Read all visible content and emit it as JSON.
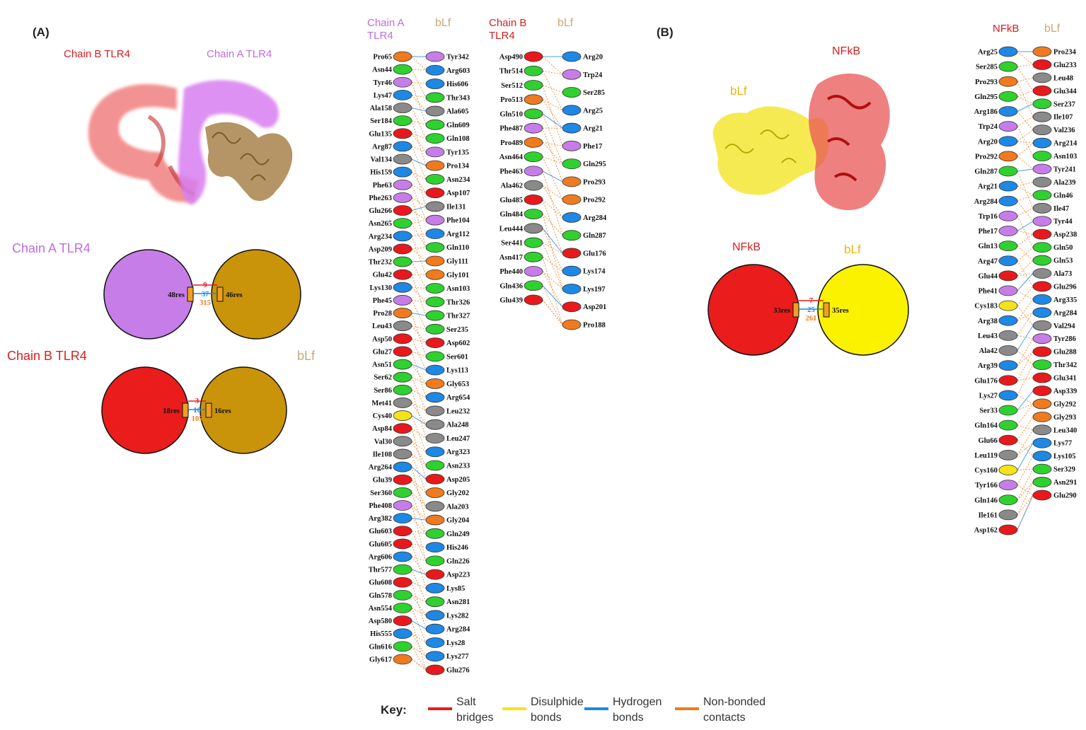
{
  "colors": {
    "salt": "#e8191c",
    "disulphide": "#f5e31a",
    "hbond": "#1e88e5",
    "nonbonded": "#f07a1e",
    "chainA": "#c06ce0",
    "chainB": "#d62020",
    "blf": "#c8a878",
    "blfDark": "#c9930a",
    "nfkb": "#d62020",
    "blfB": "#e8b800"
  },
  "panelA": {
    "label": "(A)",
    "structure_labels": {
      "chainB": "Chain B TLR4",
      "chainA": "Chain A TLR4"
    },
    "summaryA": {
      "left_label": "Chain A TLR4",
      "left_res": "48res",
      "right_res": "46res",
      "salt": "9",
      "hbonds": "37",
      "nonbonded": "315"
    },
    "summaryB": {
      "left_label": "Chain B TLR4",
      "right_label": "bLf",
      "left_res": "18res",
      "right_res": "16res",
      "salt": "3",
      "hbonds": "10",
      "nonbonded": "105"
    }
  },
  "panelB": {
    "label": "(B)",
    "structure_labels": {
      "blf": "bLf",
      "nfkb": "NFkB"
    },
    "summary": {
      "left_label": "NFkB",
      "right_label": "bLf",
      "left_res": "33res",
      "right_res": "35res",
      "salt": "7",
      "hbonds": "25",
      "nonbonded": "261"
    }
  },
  "columns": [
    {
      "header_left": "Chain A\nTLR4",
      "header_right": "bLf",
      "left": [
        [
          "Pro65",
          "o"
        ],
        [
          "Asn44",
          "g"
        ],
        [
          "Tyr46",
          "p"
        ],
        [
          "Lys47",
          "b"
        ],
        [
          "Ala158",
          "y"
        ],
        [
          "Ser184",
          "g"
        ],
        [
          "Glu135",
          "r"
        ],
        [
          "Arg87",
          "b"
        ],
        [
          "Val134",
          "y"
        ],
        [
          "His159",
          "b"
        ],
        [
          "Phe63",
          "p"
        ],
        [
          "Phe263",
          "p"
        ],
        [
          "Glu266",
          "r"
        ],
        [
          "Asn265",
          "g"
        ],
        [
          "Arg234",
          "b"
        ],
        [
          "Asp209",
          "r"
        ],
        [
          "Thr232",
          "g"
        ],
        [
          "Glu42",
          "r"
        ],
        [
          "Lys130",
          "b"
        ],
        [
          "Phe45",
          "p"
        ],
        [
          "Pro28",
          "o"
        ],
        [
          "Leu43",
          "y"
        ],
        [
          "Asp50",
          "r"
        ],
        [
          "Glu27",
          "r"
        ],
        [
          "Asn51",
          "g"
        ],
        [
          "Ser62",
          "g"
        ],
        [
          "Ser86",
          "g"
        ],
        [
          "Met41",
          "y"
        ],
        [
          "Cys40",
          "d"
        ],
        [
          "Asp84",
          "r"
        ],
        [
          "Val30",
          "y"
        ],
        [
          "Ile108",
          "y"
        ],
        [
          "Arg264",
          "b"
        ],
        [
          "Glu39",
          "r"
        ],
        [
          "Ser360",
          "g"
        ],
        [
          "Phe408",
          "p"
        ],
        [
          "Arg382",
          "b"
        ],
        [
          "Glu603",
          "r"
        ],
        [
          "Glu605",
          "r"
        ],
        [
          "Arg606",
          "b"
        ],
        [
          "Thr577",
          "g"
        ],
        [
          "Glu608",
          "r"
        ],
        [
          "Gln578",
          "g"
        ],
        [
          "Asn554",
          "g"
        ],
        [
          "Asp580",
          "r"
        ],
        [
          "His555",
          "b"
        ],
        [
          "Gln616",
          "g"
        ],
        [
          "Gly617",
          "o"
        ]
      ],
      "right": [
        [
          "Tyr342",
          "p"
        ],
        [
          "Arg603",
          "b"
        ],
        [
          "His606",
          "b"
        ],
        [
          "Thr343",
          "g"
        ],
        [
          "Ala605",
          "y"
        ],
        [
          "Gln609",
          "g"
        ],
        [
          "Gln108",
          "g"
        ],
        [
          "Tyr135",
          "p"
        ],
        [
          "Pro134",
          "o"
        ],
        [
          "Asn234",
          "g"
        ],
        [
          "Asp107",
          "r"
        ],
        [
          "Ile131",
          "y"
        ],
        [
          "Phe104",
          "p"
        ],
        [
          "Arg112",
          "b"
        ],
        [
          "Gln110",
          "g"
        ],
        [
          "Gly111",
          "o"
        ],
        [
          "Gly101",
          "o"
        ],
        [
          "Asn103",
          "g"
        ],
        [
          "Thr326",
          "g"
        ],
        [
          "Thr327",
          "g"
        ],
        [
          "Ser235",
          "g"
        ],
        [
          "Asp602",
          "r"
        ],
        [
          "Ser601",
          "g"
        ],
        [
          "Lys113",
          "b"
        ],
        [
          "Gly653",
          "o"
        ],
        [
          "Arg654",
          "b"
        ],
        [
          "Leu232",
          "y"
        ],
        [
          "Ala248",
          "y"
        ],
        [
          "Leu247",
          "y"
        ],
        [
          "Arg323",
          "b"
        ],
        [
          "Asn233",
          "g"
        ],
        [
          "Asp205",
          "r"
        ],
        [
          "Gly202",
          "o"
        ],
        [
          "Ala203",
          "y"
        ],
        [
          "Gly204",
          "o"
        ],
        [
          "Gln249",
          "g"
        ],
        [
          "His246",
          "b"
        ],
        [
          "Gln226",
          "g"
        ],
        [
          "Asp223",
          "r"
        ],
        [
          "Lys85",
          "b"
        ],
        [
          "Asn281",
          "g"
        ],
        [
          "Lys282",
          "b"
        ],
        [
          "Arg284",
          "b"
        ],
        [
          "Lys28",
          "b"
        ],
        [
          "Lys277",
          "b"
        ],
        [
          "Glu276",
          "r"
        ]
      ]
    },
    {
      "header_left": "Chain B\nTLR4",
      "header_right": "bLf",
      "left": [
        [
          "Asp490",
          "r"
        ],
        [
          "Thr514",
          "g"
        ],
        [
          "Ser512",
          "g"
        ],
        [
          "Pro513",
          "o"
        ],
        [
          "Gln510",
          "g"
        ],
        [
          "Phe487",
          "p"
        ],
        [
          "Pro489",
          "o"
        ],
        [
          "Asn464",
          "g"
        ],
        [
          "Phe463",
          "p"
        ],
        [
          "Ala462",
          "y"
        ],
        [
          "Glu485",
          "r"
        ],
        [
          "Gln484",
          "g"
        ],
        [
          "Leu444",
          "y"
        ],
        [
          "Ser441",
          "g"
        ],
        [
          "Asn417",
          "g"
        ],
        [
          "Phe440",
          "p"
        ],
        [
          "Gln436",
          "g"
        ],
        [
          "Glu439",
          "r"
        ]
      ],
      "right": [
        [
          "Arg20",
          "b"
        ],
        [
          "Trp24",
          "p"
        ],
        [
          "Ser285",
          "g"
        ],
        [
          "Arg25",
          "b"
        ],
        [
          "Arg21",
          "b"
        ],
        [
          "Phe17",
          "p"
        ],
        [
          "Gln295",
          "g"
        ],
        [
          "Pro293",
          "o"
        ],
        [
          "Pro292",
          "o"
        ],
        [
          "Arg284",
          "b"
        ],
        [
          "Gln287",
          "g"
        ],
        [
          "Glu176",
          "r"
        ],
        [
          "Lys174",
          "b"
        ],
        [
          "Lys197",
          "b"
        ],
        [
          "Asp201",
          "r"
        ],
        [
          "Pro188",
          "o"
        ]
      ]
    },
    {
      "header_left": "NFkB",
      "header_right": "bLf",
      "left": [
        [
          "Arg25",
          "b"
        ],
        [
          "Ser285",
          "g"
        ],
        [
          "Pro293",
          "o"
        ],
        [
          "Gln295",
          "g"
        ],
        [
          "Arg186",
          "b"
        ],
        [
          "Trp24",
          "p"
        ],
        [
          "Arg20",
          "b"
        ],
        [
          "Pro292",
          "o"
        ],
        [
          "Gln287",
          "g"
        ],
        [
          "Arg21",
          "b"
        ],
        [
          "Arg284",
          "b"
        ],
        [
          "Trp16",
          "p"
        ],
        [
          "Phe17",
          "p"
        ],
        [
          "Gln13",
          "g"
        ],
        [
          "Arg47",
          "b"
        ],
        [
          "Glu44",
          "r"
        ],
        [
          "Phe41",
          "p"
        ],
        [
          "Cys183",
          "d"
        ],
        [
          "Arg38",
          "b"
        ],
        [
          "Leu43",
          "y"
        ],
        [
          "Ala42",
          "y"
        ],
        [
          "Arg39",
          "b"
        ],
        [
          "Glu176",
          "r"
        ],
        [
          "Lys27",
          "b"
        ],
        [
          "Ser33",
          "g"
        ],
        [
          "Gln164",
          "g"
        ],
        [
          "Glu66",
          "r"
        ],
        [
          "Leu119",
          "y"
        ],
        [
          "Cys160",
          "d"
        ],
        [
          "Tyr166",
          "p"
        ],
        [
          "Gln146",
          "g"
        ],
        [
          "Ile161",
          "y"
        ],
        [
          "Asp162",
          "r"
        ]
      ],
      "right": [
        [
          "Pro234",
          "o"
        ],
        [
          "Glu233",
          "r"
        ],
        [
          "Leu48",
          "y"
        ],
        [
          "Glu344",
          "r"
        ],
        [
          "Ser237",
          "g"
        ],
        [
          "Ile107",
          "y"
        ],
        [
          "Val236",
          "y"
        ],
        [
          "Arg214",
          "b"
        ],
        [
          "Asn103",
          "g"
        ],
        [
          "Tyr241",
          "p"
        ],
        [
          "Ala239",
          "y"
        ],
        [
          "Gln46",
          "g"
        ],
        [
          "Ile47",
          "y"
        ],
        [
          "Tyr44",
          "p"
        ],
        [
          "Asp238",
          "r"
        ],
        [
          "Gln50",
          "g"
        ],
        [
          "Gln53",
          "g"
        ],
        [
          "Ala73",
          "y"
        ],
        [
          "Glu296",
          "r"
        ],
        [
          "Arg335",
          "b"
        ],
        [
          "Arg284",
          "b"
        ],
        [
          "Val294",
          "y"
        ],
        [
          "Tyr286",
          "p"
        ],
        [
          "Glu288",
          "r"
        ],
        [
          "Thr342",
          "g"
        ],
        [
          "Glu341",
          "r"
        ],
        [
          "Asp339",
          "r"
        ],
        [
          "Gly292",
          "o"
        ],
        [
          "Gly293",
          "o"
        ],
        [
          "Leu340",
          "y"
        ],
        [
          "Lys77",
          "b"
        ],
        [
          "Lys105",
          "b"
        ],
        [
          "Ser329",
          "g"
        ],
        [
          "Asn291",
          "g"
        ],
        [
          "Glu290",
          "r"
        ]
      ]
    }
  ],
  "key": {
    "title": "Key:",
    "items": [
      {
        "label": "Salt bridges",
        "color": "#e8191c"
      },
      {
        "label": "Disulphide bonds",
        "color": "#f5e31a"
      },
      {
        "label": "Hydrogen bonds",
        "color": "#1e88e5"
      },
      {
        "label": "Non-bonded contacts",
        "color": "#f07a1e"
      }
    ]
  }
}
